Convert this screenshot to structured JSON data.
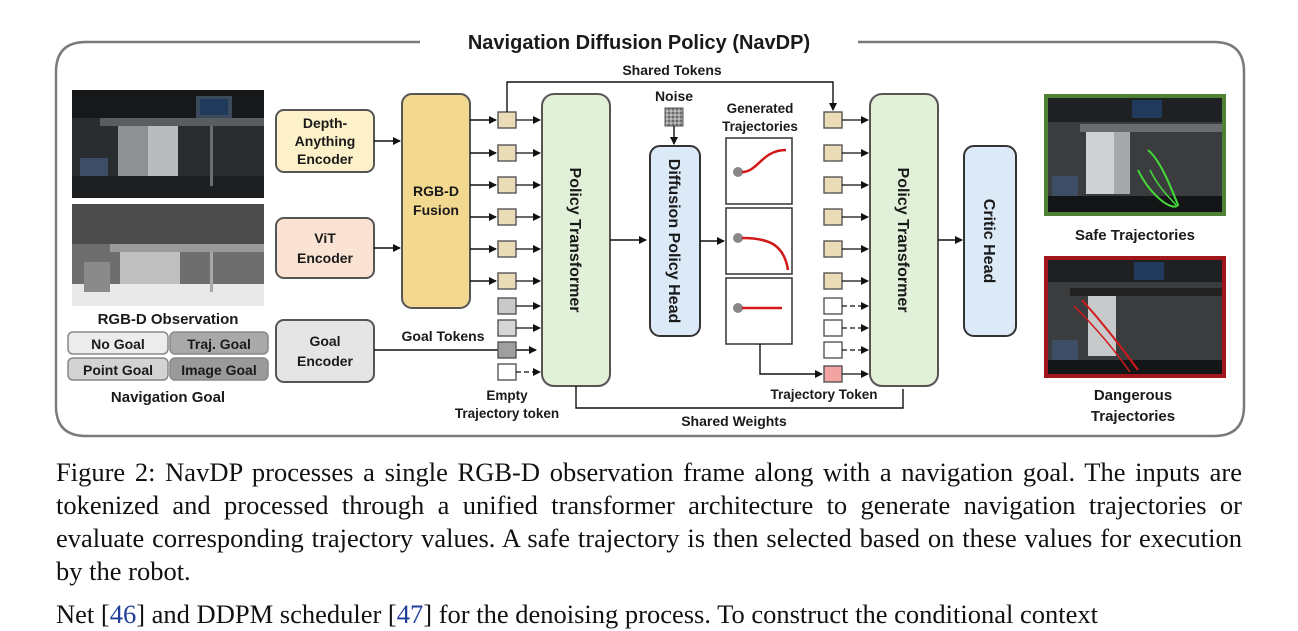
{
  "diagram": {
    "title": "Navigation Diffusion Policy (NavDP)",
    "shared_tokens": "Shared Tokens",
    "noise": "Noise",
    "generated_trajectories": [
      "Generated",
      "Trajectories"
    ],
    "depth_encoder": [
      "Depth-",
      "Anything",
      "Encoder"
    ],
    "vit_encoder": [
      "ViT",
      "Encoder"
    ],
    "goal_encoder": [
      "Goal",
      "Encoder"
    ],
    "fusion": [
      "RGB-D",
      "Fusion"
    ],
    "policy_transformer": "Policy Transformer",
    "diffusion_head": "Diffusion Policy Head",
    "critic_head": "Critic Head",
    "rgbd_observation": "RGB-D Observation",
    "goal_no": "No Goal",
    "goal_traj": "Traj. Goal",
    "goal_point": "Point Goal",
    "goal_image": "Image Goal",
    "navigation_goal": "Navigation Goal",
    "goal_tokens": "Goal Tokens",
    "empty_token": [
      "Empty",
      "Trajectory token"
    ],
    "shared_weights": "Shared Weights",
    "trajectory_token": "Trajectory Token",
    "safe": "Safe Trajectories",
    "dangerous": [
      "Dangerous",
      "Trajectories"
    ],
    "colors": {
      "depth_fill": "#fdf1c9",
      "vit_fill": "#fbe3d3",
      "goal_fill": "#e5e5e5",
      "fusion_fill": "#f3d98f",
      "transformer_fill": "#e1f0d8",
      "diffusion_fill": "#dce9f6",
      "critic_fill": "#dce9f6",
      "token_fill": "#eadcb6",
      "safe": "#4f8135",
      "dangerous": "#a1161b",
      "trajectory": "#d21818"
    }
  },
  "caption": {
    "label": "Figure 2:",
    "text": "NavDP processes a single RGB-D observation frame along with a navigation goal. The inputs are tokenized and processed through a unified transformer architecture to generate navigation trajectories or evaluate corresponding trajectory values. A safe trajectory is then selected based on these values for execution by the robot."
  },
  "body": {
    "t1": "Net [",
    "r1": "46",
    "t2": "] and DDPM scheduler [",
    "r2": "47",
    "t3": "] for the denoising process. To construct the conditional context"
  }
}
